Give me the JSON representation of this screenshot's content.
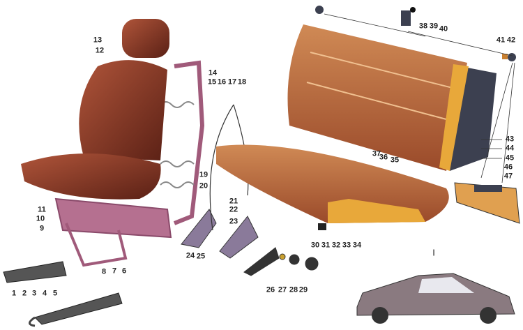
{
  "figure": {
    "callouts": [
      "1",
      "2",
      "3",
      "4",
      "5",
      "6",
      "7",
      "8",
      "9",
      "10",
      "11",
      "12",
      "13",
      "14",
      "15",
      "16",
      "17",
      "18",
      "19",
      "20",
      "21",
      "22",
      "23",
      "24",
      "25",
      "26",
      "27",
      "28",
      "29",
      "30",
      "31",
      "32",
      "33",
      "34",
      "35",
      "36",
      "37",
      "38",
      "39",
      "40",
      "41",
      "42",
      "43",
      "44",
      "45",
      "46",
      "47"
    ],
    "inset_label": "I"
  },
  "colors": {
    "seat_brown": "#8a3a22",
    "frame_mauve": "#b06a8a",
    "rear_tan": "#c87a45",
    "foam": "#e8a83a",
    "metal": "#4a4a5a",
    "car": "#8a7a80"
  }
}
